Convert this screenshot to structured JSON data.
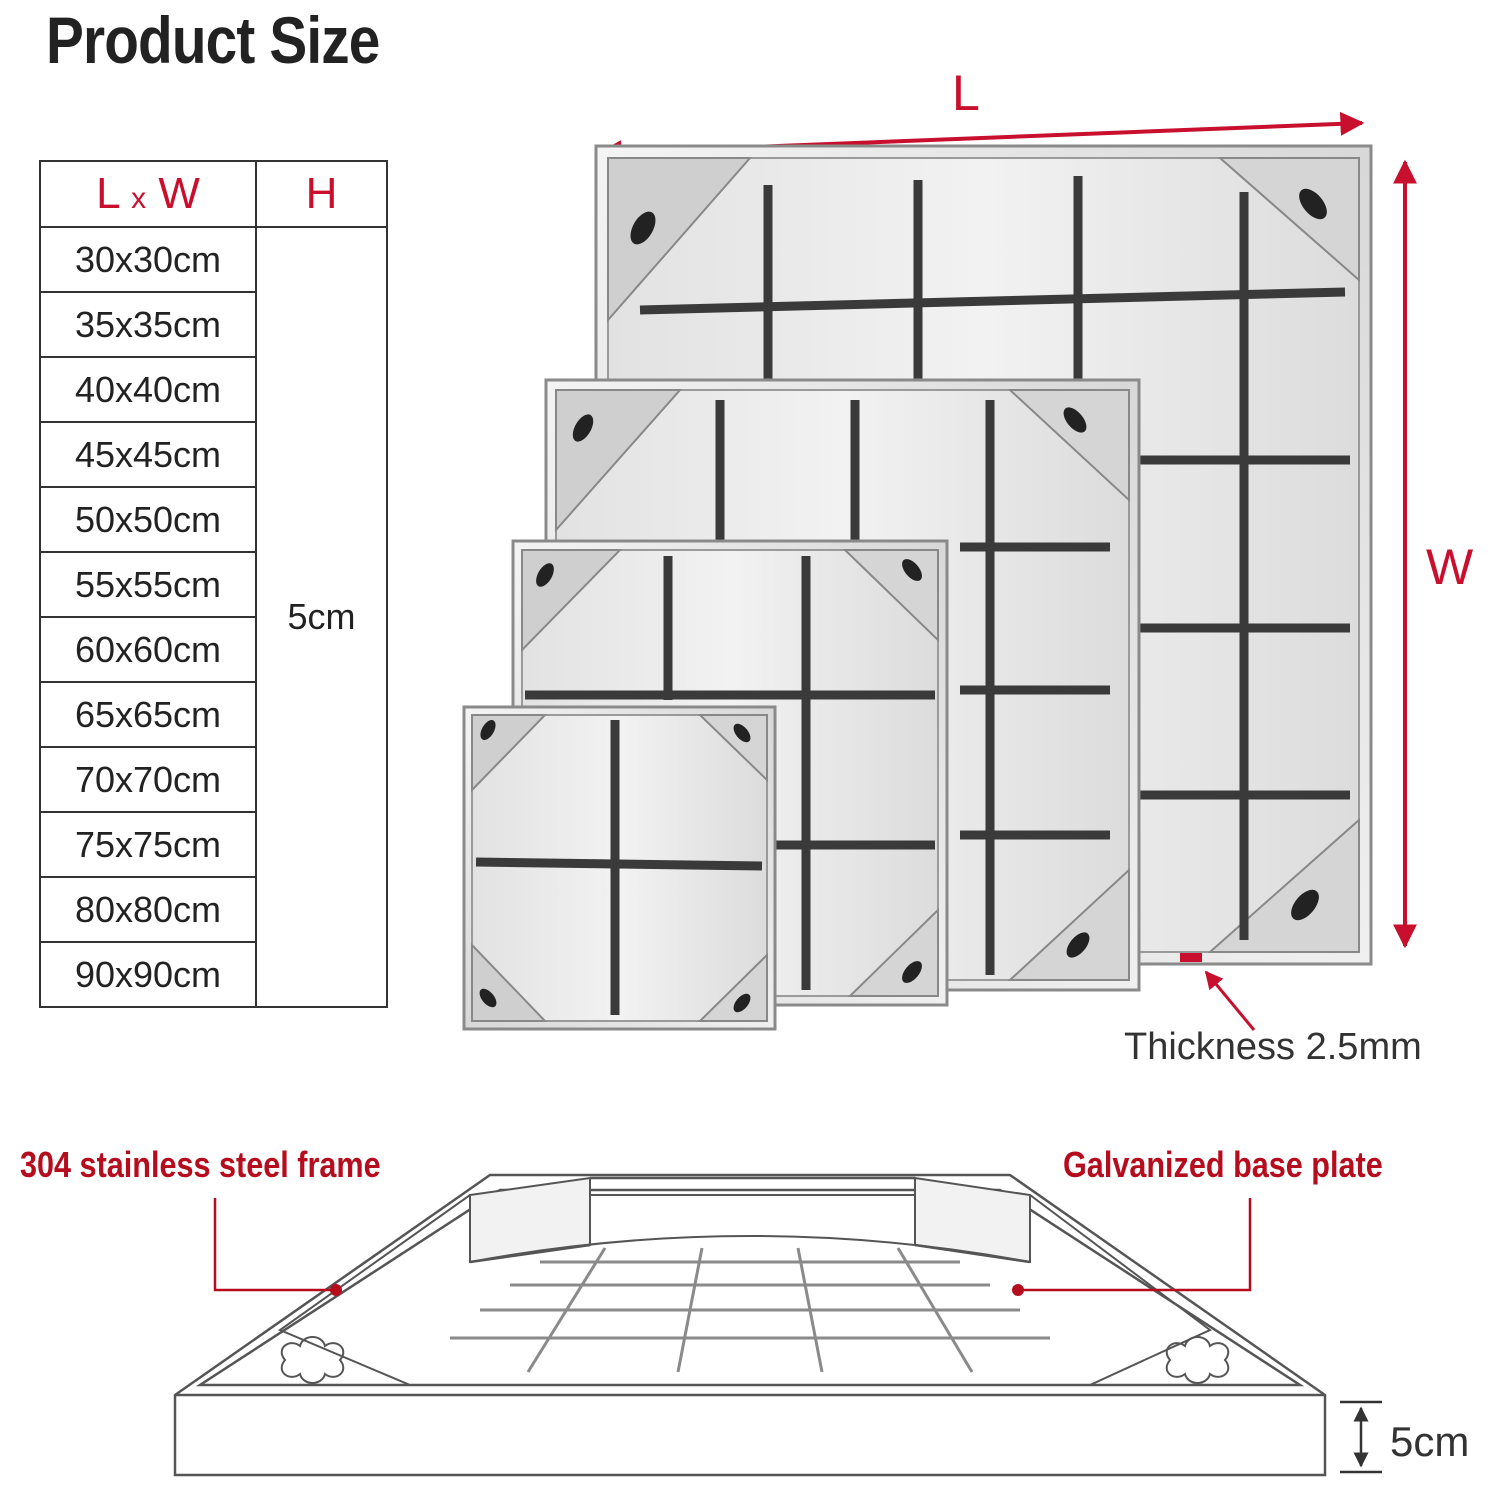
{
  "title": "Product Size",
  "table": {
    "header_lw_l": "L",
    "header_lw_x": "x",
    "header_lw_w": "W",
    "header_h": "H",
    "sizes": [
      "30x30cm",
      "35x35cm",
      "40x40cm",
      "45x45cm",
      "50x50cm",
      "55x55cm",
      "60x60cm",
      "65x65cm",
      "70x70cm",
      "75x75cm",
      "80x80cm",
      "90x90cm"
    ],
    "height": "5cm"
  },
  "dimensions": {
    "length_label": "L",
    "width_label": "W"
  },
  "thickness_label": "Thickness 2.5mm",
  "callouts": {
    "frame": "304 stainless steel frame",
    "base": "Galvanized base plate"
  },
  "height_label": "5cm",
  "colors": {
    "accent_red": "#c8102e",
    "steel_light": "#eaeaea",
    "steel_dark": "#3a3a3a"
  }
}
